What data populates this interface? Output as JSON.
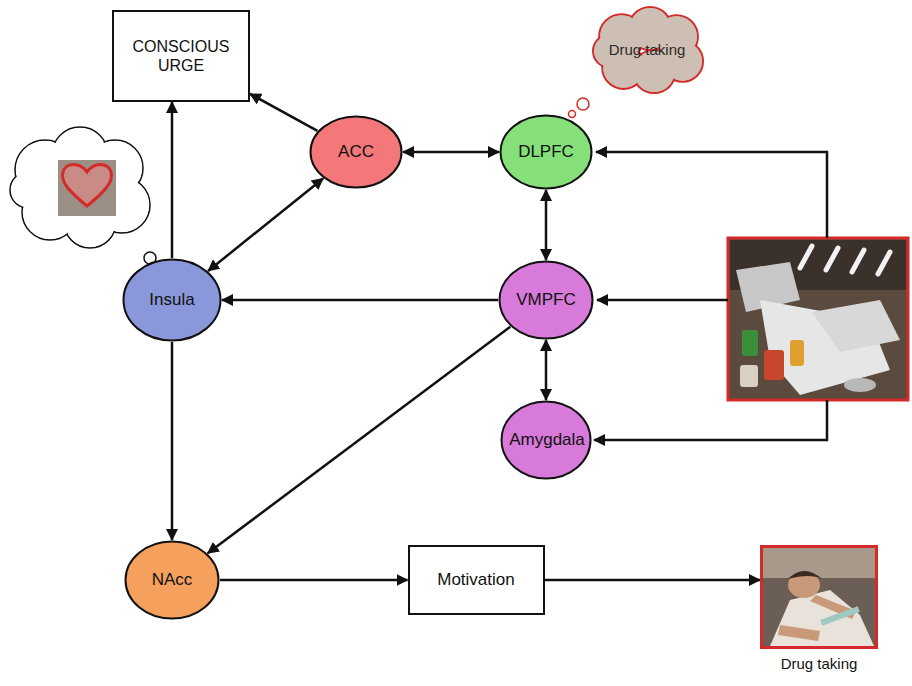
{
  "diagram": {
    "nodes": [
      {
        "text": [
          "CONSCIOUS URGE"
        ]
      },
      {
        "text": [
          "ACC"
        ]
      },
      {
        "text": [
          "DLPFC"
        ]
      },
      {
        "text": [
          "Drug taking"
        ]
      },
      {
        "text": [
          "Insula"
        ]
      },
      {
        "text": [
          "VMPFC"
        ]
      },
      {
        "text": [
          "Amygdala"
        ]
      },
      {
        "text": [
          "NAcc"
        ]
      },
      {
        "text": [
          "Motivation"
        ]
      },
      {
        "text": [
          "Drug taking"
        ]
      }
    ],
    "edges": [
      {
        "from": 1,
        "to": 0,
        "arrow": "to"
      },
      {
        "from": 1,
        "to": 2,
        "arrow": "both"
      },
      {
        "from": 4,
        "to": 0,
        "arrow": "to"
      },
      {
        "from": 4,
        "to": 1,
        "arrow": "both"
      },
      {
        "from": 2,
        "to": 5,
        "arrow": "both"
      },
      {
        "from": 5,
        "to": 4,
        "arrow": "to"
      },
      {
        "from": 5,
        "to": 6,
        "arrow": "both"
      },
      {
        "from": 5,
        "to": 7,
        "arrow": "to"
      },
      {
        "from": 4,
        "to": 7,
        "arrow": "to"
      },
      {
        "from": 7,
        "to": 8,
        "arrow": "to"
      },
      {
        "from": 8,
        "to": 9,
        "arrow": "to"
      }
    ]
  }
}
